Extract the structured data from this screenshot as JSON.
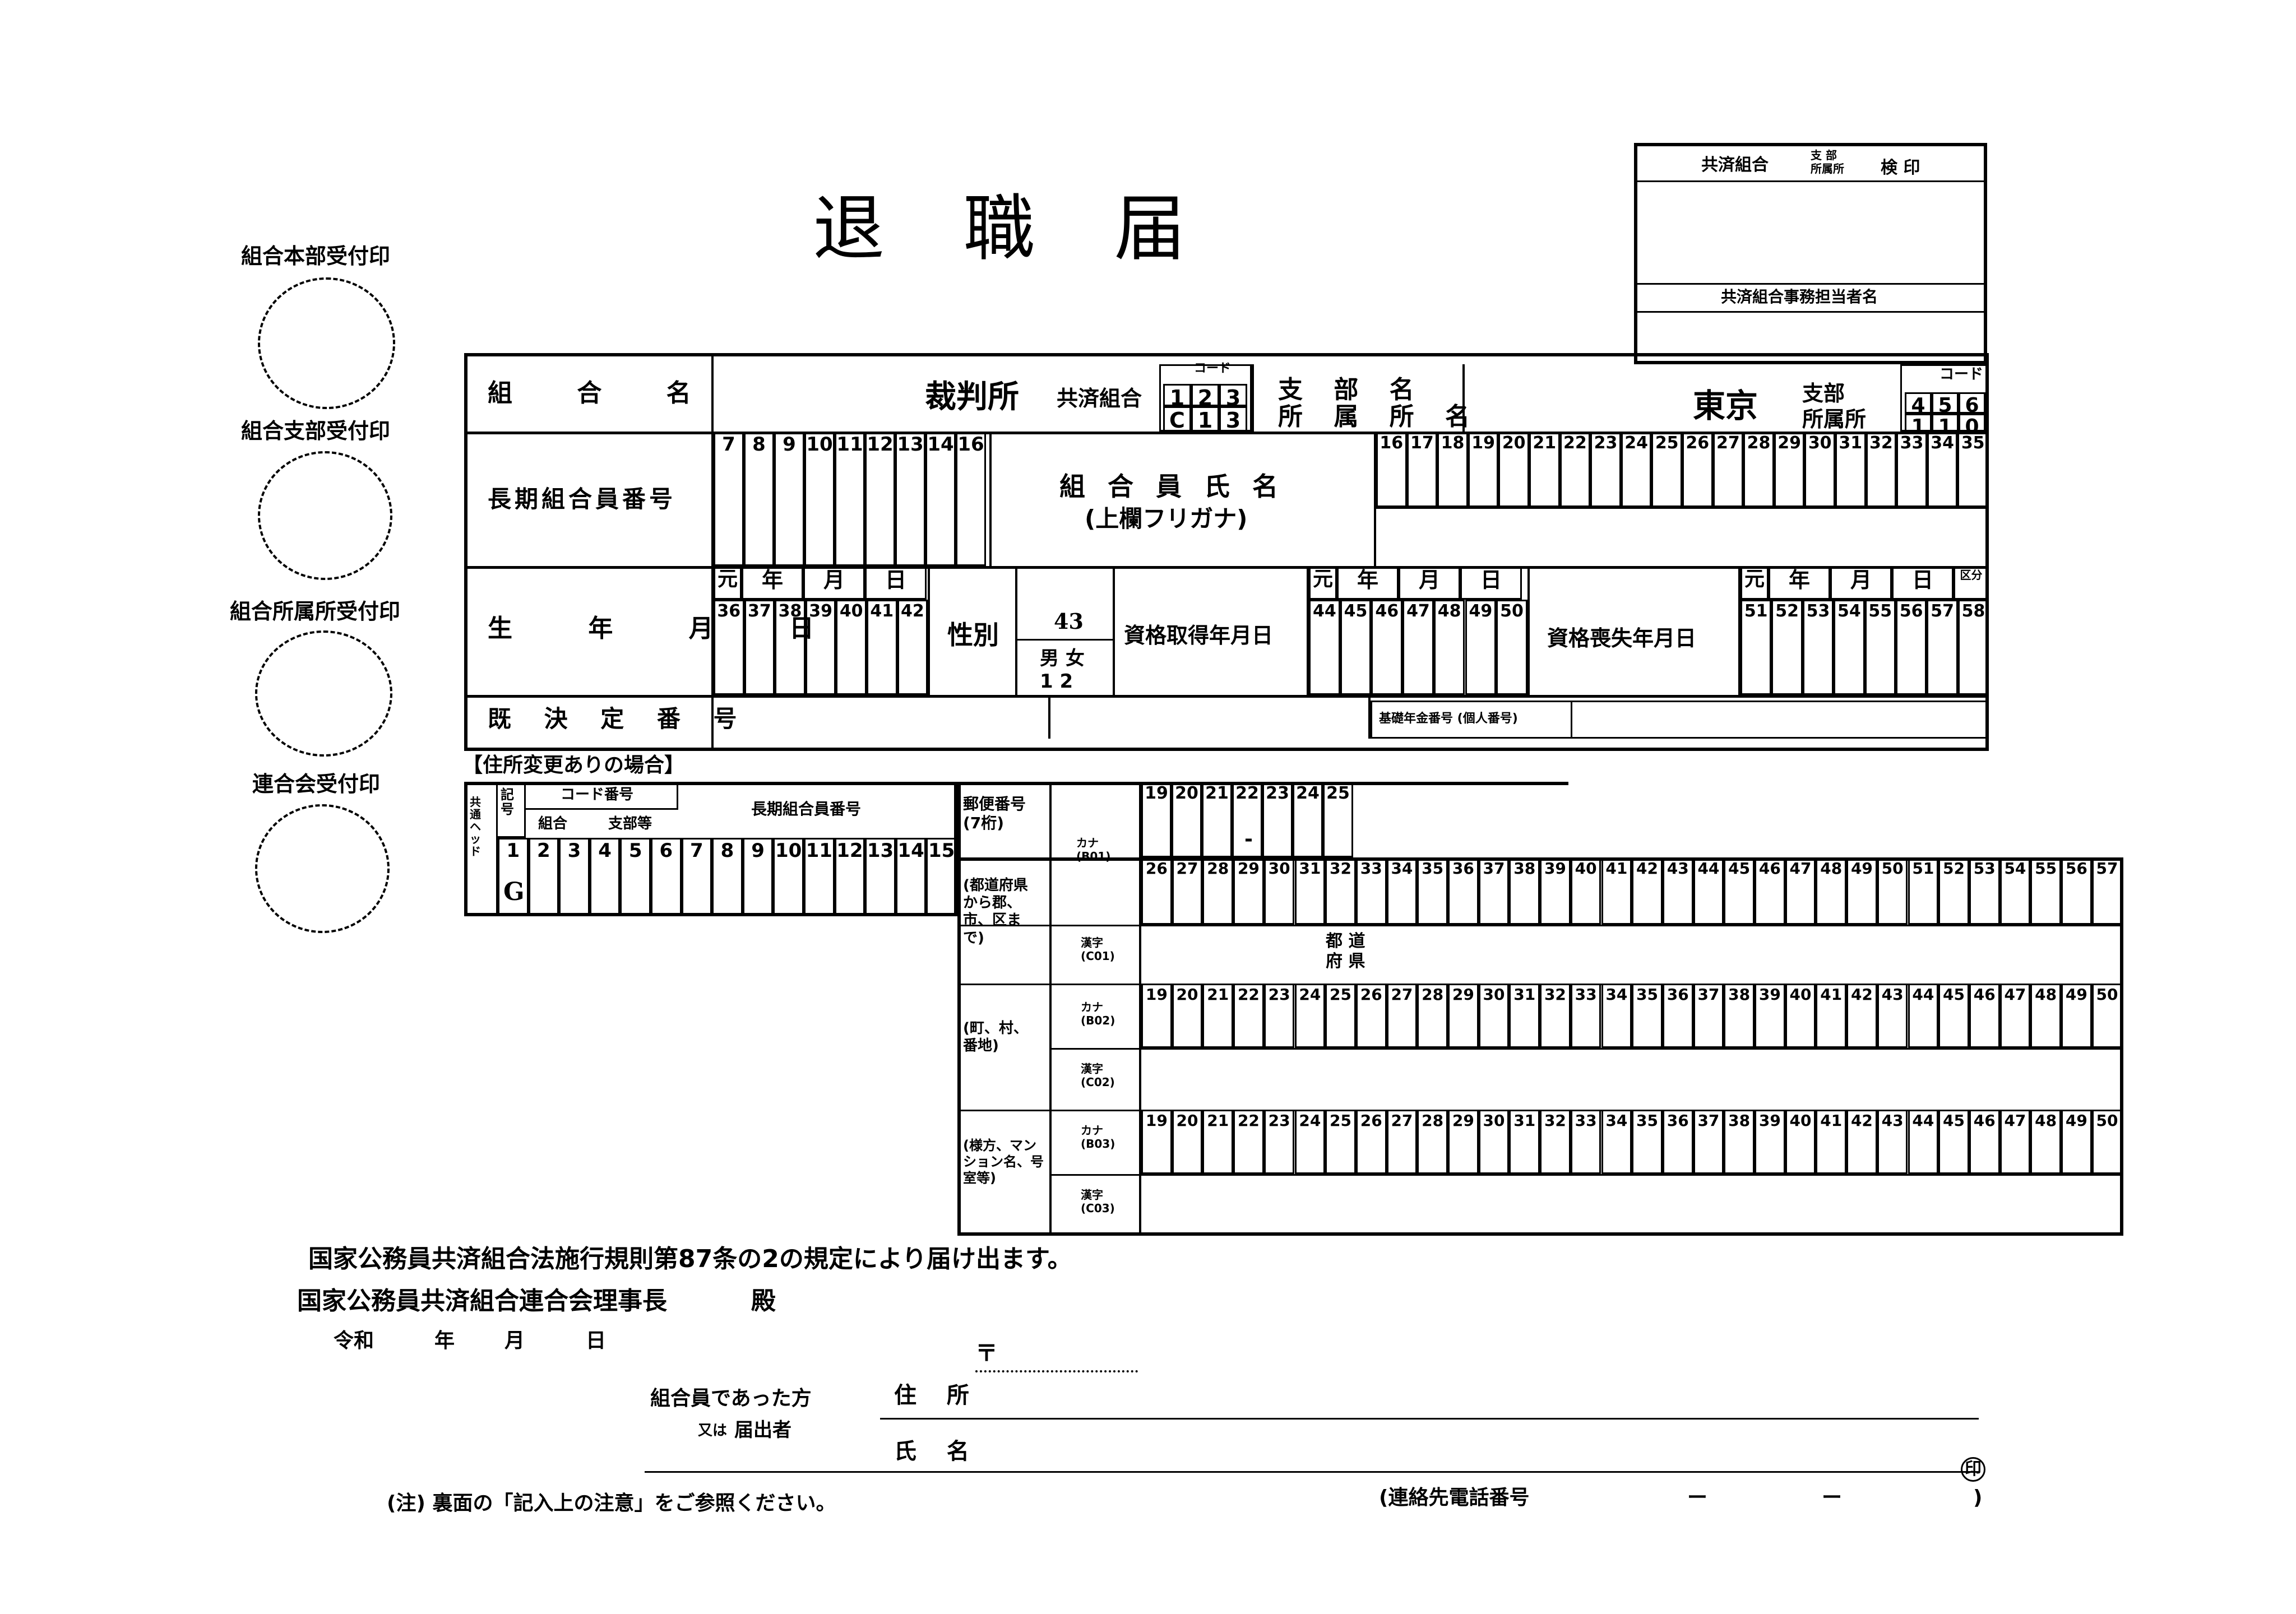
{
  "title": "退 職 届",
  "stamps": {
    "union_hq": "組合本部受付印",
    "union_branch": "組合支部受付印",
    "union_office": "組合所属所受付印",
    "federation": "連合会受付印"
  },
  "approval_box": {
    "header_union": "共済組合",
    "header_branch": "支 部\n所属所",
    "header_check": "検 印",
    "staff": "共済組合事務担当者名"
  },
  "row_union": {
    "label": "組 合 名",
    "value": "裁判所",
    "suffix": "共済組合",
    "code_label": "コード",
    "code_digits": [
      "1",
      "2",
      "3"
    ],
    "code_digits2": [
      "C",
      "1",
      "3"
    ],
    "branch_label": "支 部 名\n所 属 所 名",
    "branch_value": "東京",
    "branch_suffix": "支部\n所属所",
    "branch_code_label": "コード",
    "branch_code_top": [
      "4",
      "5",
      "6"
    ],
    "branch_code_bottom": [
      "1",
      "1",
      "0"
    ]
  },
  "row_member": {
    "label": "長期組合員番号",
    "numbers": [
      "7",
      "8",
      "9",
      "10",
      "11",
      "12",
      "13",
      "14",
      "16"
    ],
    "name_label": "組 合 員 氏 名",
    "name_sub": "(上欄フリガナ)",
    "name_numbers": [
      "16",
      "17",
      "18",
      "19",
      "20",
      "21",
      "22",
      "23",
      "24",
      "25",
      "26",
      "27",
      "28",
      "29",
      "30",
      "31",
      "32",
      "33",
      "34",
      "35"
    ]
  },
  "row_birth": {
    "label": "生 年 月 日",
    "era_heads": [
      "元",
      "年",
      "月",
      "日"
    ],
    "numbers": [
      "36",
      "37",
      "38",
      "39",
      "40",
      "41",
      "42"
    ],
    "sex_label": "性別",
    "sex_code": "43",
    "sex_options": "男 女\n1 2",
    "acquire_label": "資格取得年月日",
    "acquire_heads": [
      "元",
      "年",
      "月",
      "日"
    ],
    "acquire_numbers": [
      "44",
      "45",
      "46",
      "47",
      "48",
      "49",
      "50"
    ],
    "loss_label": "資格喪失年月日",
    "loss_heads": [
      "元",
      "年",
      "月",
      "日",
      "区分"
    ],
    "loss_numbers": [
      "51",
      "52",
      "53",
      "54",
      "55",
      "56",
      "57",
      "58"
    ]
  },
  "row_decision": {
    "label": "既 決 定 番 号",
    "pension_label": "基礎年金番号 (個人番号)"
  },
  "address_change": {
    "heading": "【住所変更ありの場合】",
    "common_head": "共通ヘッド",
    "record_label": "記号",
    "code_number": "コード番号",
    "union": "組合",
    "branch": "支部等",
    "long_number": "長期組合員番号",
    "numbers": [
      "1",
      "2",
      "3",
      "4",
      "5",
      "6",
      "7",
      "8",
      "9",
      "10",
      "11",
      "12",
      "13",
      "14",
      "15"
    ],
    "g_value": "G",
    "postal_label": "郵便番号\n(7桁)",
    "kana_b01": "カナ\n(B01)",
    "postal_numbers": [
      "19",
      "20",
      "21",
      "22",
      "23",
      "24",
      "25"
    ],
    "dash": "-",
    "pref_label": "(都道府県\nから郡、\n市、区ま\nで)",
    "b01_numbers": [
      "26",
      "27",
      "28",
      "29",
      "30",
      "31",
      "32",
      "33",
      "34",
      "35",
      "36",
      "37",
      "38",
      "39",
      "40",
      "41",
      "42",
      "43",
      "44",
      "45",
      "46",
      "47",
      "48",
      "49",
      "50",
      "51",
      "52",
      "53",
      "54",
      "55",
      "56",
      "57"
    ],
    "kanji_c01": "漢字\n(C01)",
    "pref_text": "都 道\n府 県",
    "town_label": "(町、村、\n番地)",
    "kana_b02": "カナ\n(B02)",
    "kanji_c02": "漢字\n(C02)",
    "bldg_label": "(様方、マン\nション名、号\n室等)",
    "kana_b03": "カナ\n(B03)",
    "kanji_c03": "漢字\n(C03)",
    "b02_numbers": [
      "19",
      "20",
      "21",
      "22",
      "23",
      "24",
      "25",
      "26",
      "27",
      "28",
      "29",
      "30",
      "31",
      "32",
      "33",
      "34",
      "35",
      "36",
      "37",
      "38",
      "39",
      "40",
      "41",
      "42",
      "43",
      "44",
      "45",
      "46",
      "47",
      "48",
      "49",
      "50"
    ]
  },
  "footer": {
    "rule": "国家公務員共済組合法施行規則第87条の2の規定により届け出ます。",
    "addressee": "国家公務員共済組合連合会理事長",
    "honorific": "殿",
    "date_era": "令和",
    "date_year": "年",
    "date_month": "月",
    "date_day": "日",
    "postal_mark": "〒",
    "former_member": "組合員であった方",
    "or_label": "又は",
    "reporter": "届出者",
    "address_label": "住 所",
    "name_label": "氏 名",
    "seal": "印",
    "note": "(注) 裏面の「記入上の注意」をご参照ください。",
    "phone": "(連絡先電話番号",
    "phone_dash1": "ー",
    "phone_dash2": "ー",
    "phone_close": ")"
  }
}
